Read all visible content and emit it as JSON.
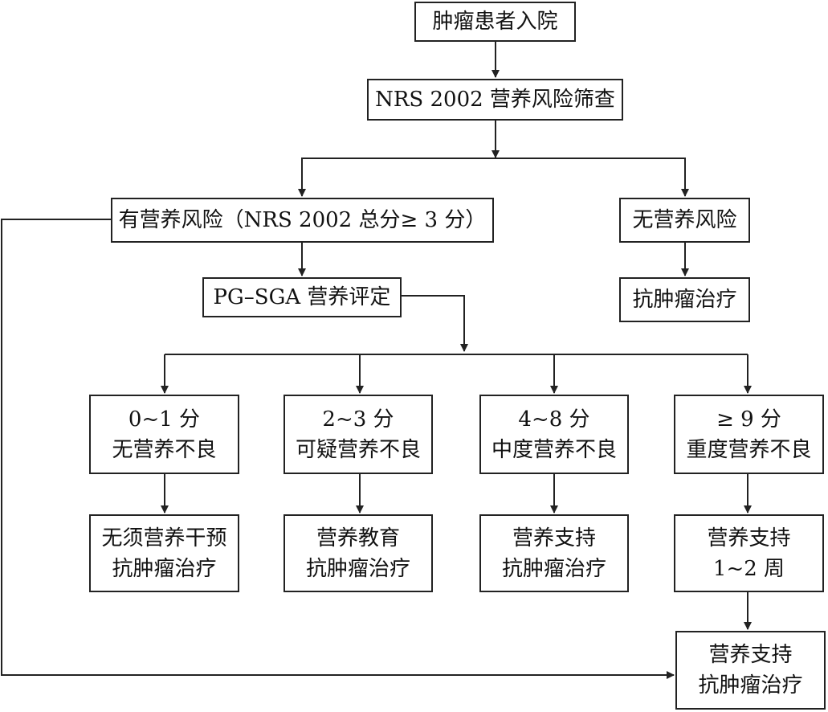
{
  "nodes": {
    "admission": {
      "lines": [
        "肿瘤患者入院"
      ]
    },
    "screening": {
      "lines": [
        "NRS 2002 营养风险筛查"
      ]
    },
    "risk_yes": {
      "lines": [
        "有营养风险（NRS 2002 总分≥ 3 分）"
      ]
    },
    "risk_no": {
      "lines": [
        "无营养风险"
      ]
    },
    "pgsga": {
      "lines": [
        "PG–SGA 营养评定"
      ]
    },
    "no_risk_treatment": {
      "lines": [
        "抗肿瘤治疗"
      ]
    },
    "score_0_1": {
      "lines": [
        "0~1 分",
        "无营养不良"
      ]
    },
    "score_2_3": {
      "lines": [
        "2~3 分",
        "可疑营养不良"
      ]
    },
    "score_4_8": {
      "lines": [
        "4~8 分",
        "中度营养不良"
      ]
    },
    "score_9": {
      "lines": [
        "≥ 9 分",
        "重度营养不良"
      ]
    },
    "action_0_1": {
      "lines": [
        "无须营养干预",
        "抗肿瘤治疗"
      ]
    },
    "action_2_3": {
      "lines": [
        "营养教育",
        "抗肿瘤治疗"
      ]
    },
    "action_4_8": {
      "lines": [
        "营养支持",
        "抗肿瘤治疗"
      ]
    },
    "action_9": {
      "lines": [
        "营养支持",
        "1~2 周"
      ]
    },
    "final": {
      "lines": [
        "营养支持",
        "抗肿瘤治疗"
      ]
    }
  },
  "colors": {
    "line": "#222222",
    "text": "#111111",
    "background": "#ffffff"
  }
}
